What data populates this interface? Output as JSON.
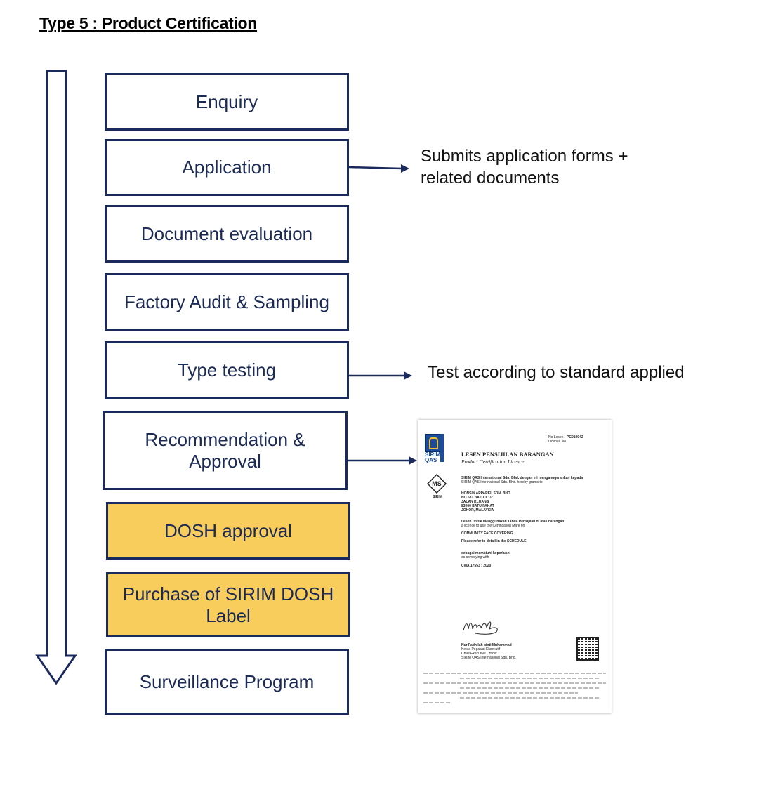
{
  "title": "Type 5 : Product Certification",
  "steps": [
    {
      "lines": [
        "Enquiry"
      ]
    },
    {
      "lines": [
        "Application"
      ]
    },
    {
      "lines": [
        "Document evaluation"
      ]
    },
    {
      "lines": [
        "Factory Audit & Sampling"
      ]
    },
    {
      "lines": [
        "Type testing"
      ]
    },
    {
      "lines": [
        "Recommendation &",
        "Approval"
      ]
    },
    {
      "lines": [
        "DOSH approval"
      ]
    },
    {
      "lines": [
        "Purchase of SIRIM DOSH",
        "Label"
      ]
    },
    {
      "lines": [
        "Surveillance Program"
      ]
    }
  ],
  "notes": {
    "application": [
      "Submits application forms +",
      "related documents"
    ],
    "type_testing": "Test according to standard applied"
  },
  "certificate": {
    "licence_no_label": "No Lesen / Licence No.",
    "licence_no": "PC010042",
    "heading": "LESEN PENSIJILAN BARANGAN",
    "subheading": "Product Certification Licence",
    "intro": "SIRIM QAS International Sdn. Bhd. dengan ini menganugerahkan kepada",
    "intro_en": "SIRIM QAS International Sdn. Bhd. hereby grants to",
    "company": [
      "HONSIN APPAREL SDN. BHD.",
      "NO 531 BATU 3 1/2",
      "JALAN KLUANG",
      "83000 BATU PAHAT",
      "JOHOR, MALAYSIA"
    ],
    "licence_text": "Lesen untuk menggunakan Tanda Pensijilan di atas barangan",
    "licence_text_en": "a licence to use the Certification Mark on",
    "product": "COMMUNITY FACE COVERING",
    "schedule": "Please refer to detail in the SCHEDULE",
    "complying": "sebagai mematuhi keperluan",
    "complying_en": "as complying with",
    "standard": "CWA 17553 : 2020",
    "signatory": "Nur Fadhilah binti Muhammad",
    "signatory_role": "Ketua Pegawai Eksekutif",
    "signatory_role_en": "Chief Executive Officer",
    "signatory_org": "SIRIM QAS International Sdn. Bhd.",
    "logo_text": "SIRIM QAS",
    "ms_logo": "MS",
    "ms_sub": "SIRIM"
  },
  "colors": {
    "box_border": "#1b2a5c",
    "highlight": "#f9cd5b",
    "text": "#1c2b55"
  }
}
